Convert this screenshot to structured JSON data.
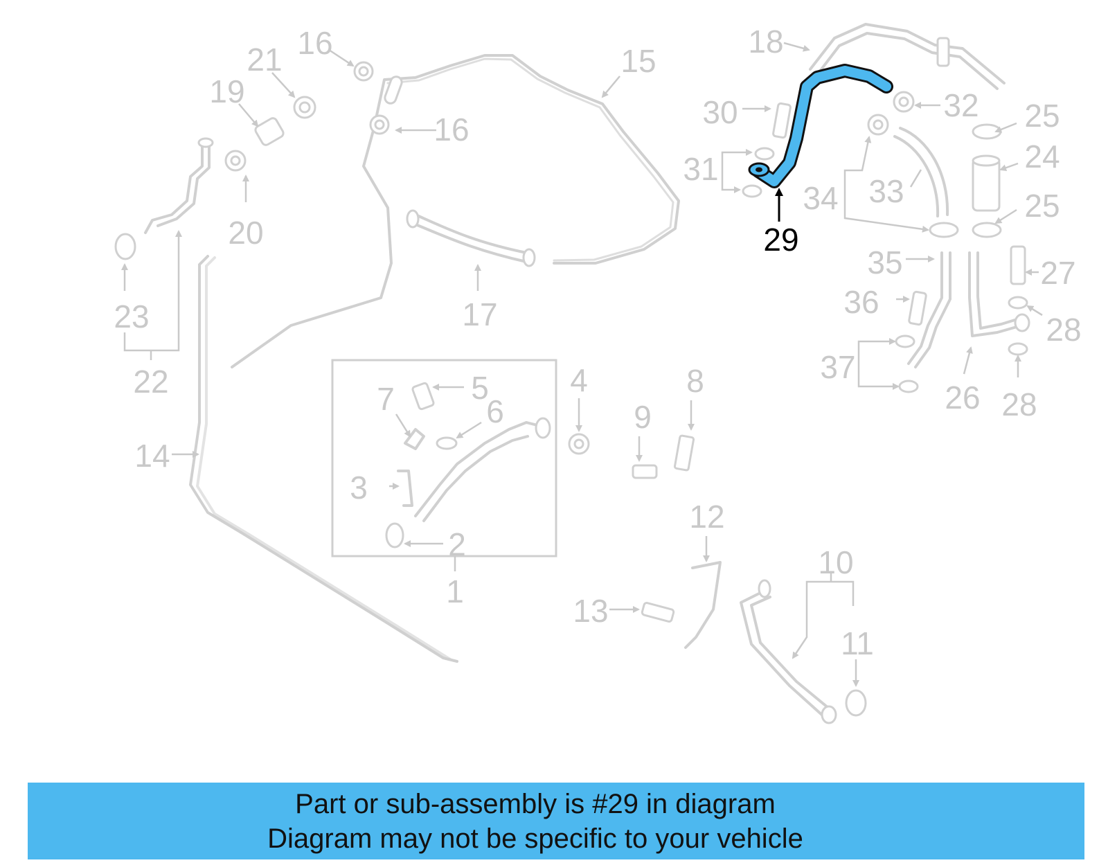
{
  "diagram": {
    "highlighted_part": "29",
    "highlight_color": "#4db8ef",
    "ghost_color": "#d0d0d0",
    "callouts": [
      "1",
      "2",
      "3",
      "4",
      "5",
      "6",
      "7",
      "8",
      "9",
      "10",
      "11",
      "12",
      "13",
      "14",
      "15",
      "16",
      "16",
      "17",
      "18",
      "19",
      "20",
      "21",
      "22",
      "23",
      "24",
      "25",
      "25",
      "26",
      "27",
      "28",
      "28",
      "29",
      "30",
      "31",
      "32",
      "33",
      "34",
      "35",
      "36",
      "37"
    ]
  },
  "banner": {
    "line1": "Part or sub-assembly is #29 in diagram",
    "line2": "Diagram may not be specific to your vehicle",
    "color": "#4db8ef"
  }
}
